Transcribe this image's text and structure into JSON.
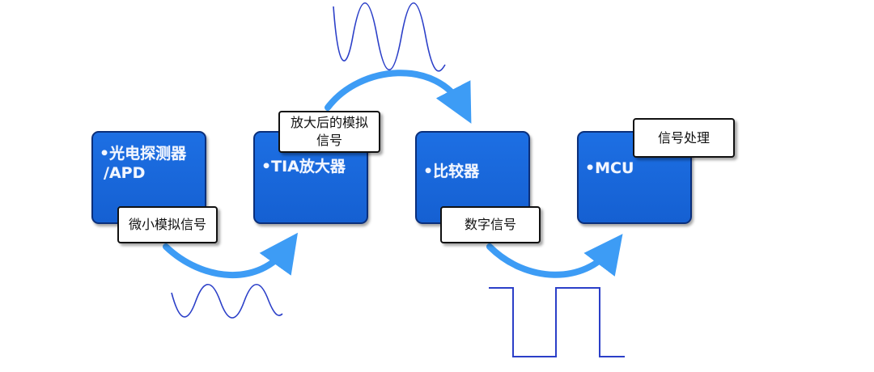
{
  "colors": {
    "block_fill": "#1565d8",
    "block_border": "#0b2f7a",
    "arrow": "#3d9cf5",
    "waveform": "#2b3fc8"
  },
  "blocks": [
    {
      "lines": [
        "•光电探测器",
        "/APD"
      ]
    },
    {
      "lines": [
        "•TIA放大器"
      ]
    },
    {
      "lines": [
        "•比较器"
      ]
    },
    {
      "lines": [
        "•MCU"
      ]
    }
  ],
  "labels": {
    "weak_signal": {
      "lines": [
        "微小模拟信号"
      ]
    },
    "amplified_signal": {
      "lines": [
        "放大后的模拟",
        "信号"
      ]
    },
    "digital_signal": {
      "lines": [
        "数字信号"
      ]
    },
    "signal_processing": {
      "lines": [
        "信号处理"
      ]
    }
  },
  "arrows": [
    {
      "from": "光电探测器/APD",
      "to": "TIA放大器",
      "route": "below"
    },
    {
      "from": "TIA放大器",
      "to": "比较器",
      "route": "above"
    },
    {
      "from": "比较器",
      "to": "MCU",
      "route": "below"
    }
  ],
  "waveforms": [
    {
      "kind": "sine",
      "position": "below-first-arrow",
      "shape": "small-amplitude"
    },
    {
      "kind": "sine",
      "position": "above-second-arrow",
      "shape": "large-amplitude"
    },
    {
      "kind": "square",
      "position": "below-third-arrow",
      "shape": "digital"
    }
  ]
}
